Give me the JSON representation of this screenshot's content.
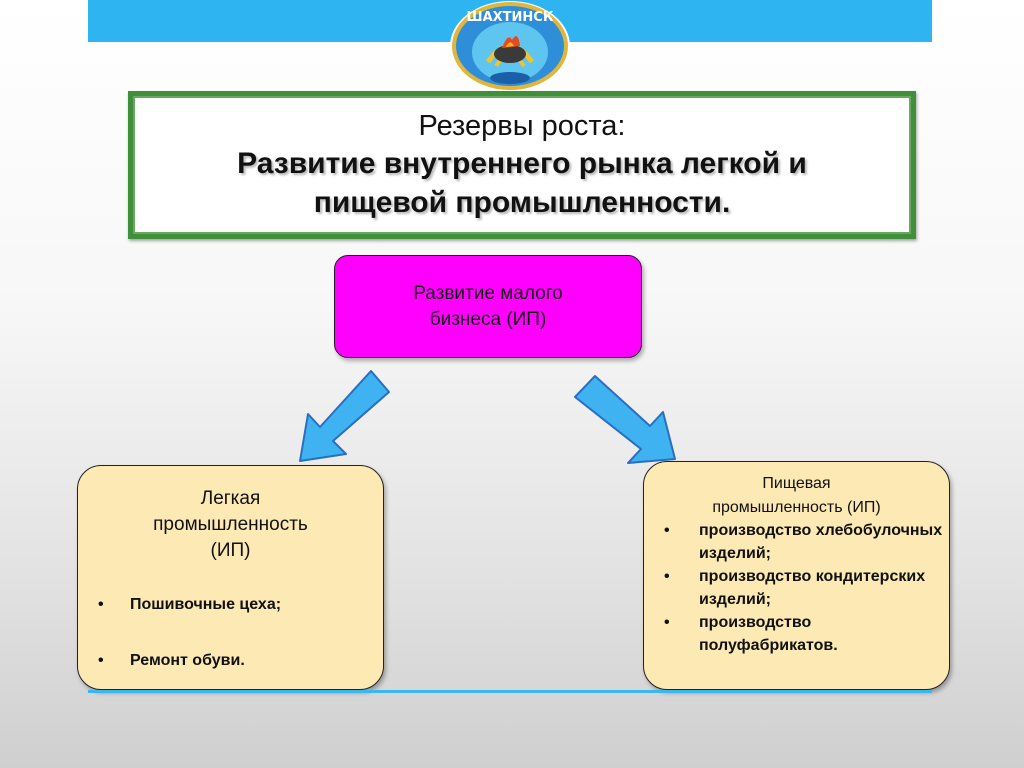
{
  "emblem": {
    "text": "ШАХТИНСК"
  },
  "title": {
    "line1": "Резервы роста:",
    "line2": "Развитие внутреннего рынка легкой и пищевой промышленности."
  },
  "center_box": {
    "text": "Развитие малого бизнеса (ИП)"
  },
  "left_box": {
    "heading_lines": [
      "Легкая",
      "промышленность",
      "(ИП)"
    ],
    "items": [
      "Пошивочные цеха;",
      "Ремонт обуви."
    ]
  },
  "right_box": {
    "heading_lines": [
      "Пищевая",
      "промышленность (ИП)"
    ],
    "items": [
      "производство хлебобулочных изделий;",
      "производство кондитерских изделий;",
      "производство полуфабрикатов."
    ]
  },
  "bullet": "•",
  "colors": {
    "band": "#2fb4f2",
    "title_border": "#3f8f3b",
    "center_fill": "#ff00ff",
    "side_fill": "#fce9b4",
    "arrow": "#3fb3f2"
  }
}
